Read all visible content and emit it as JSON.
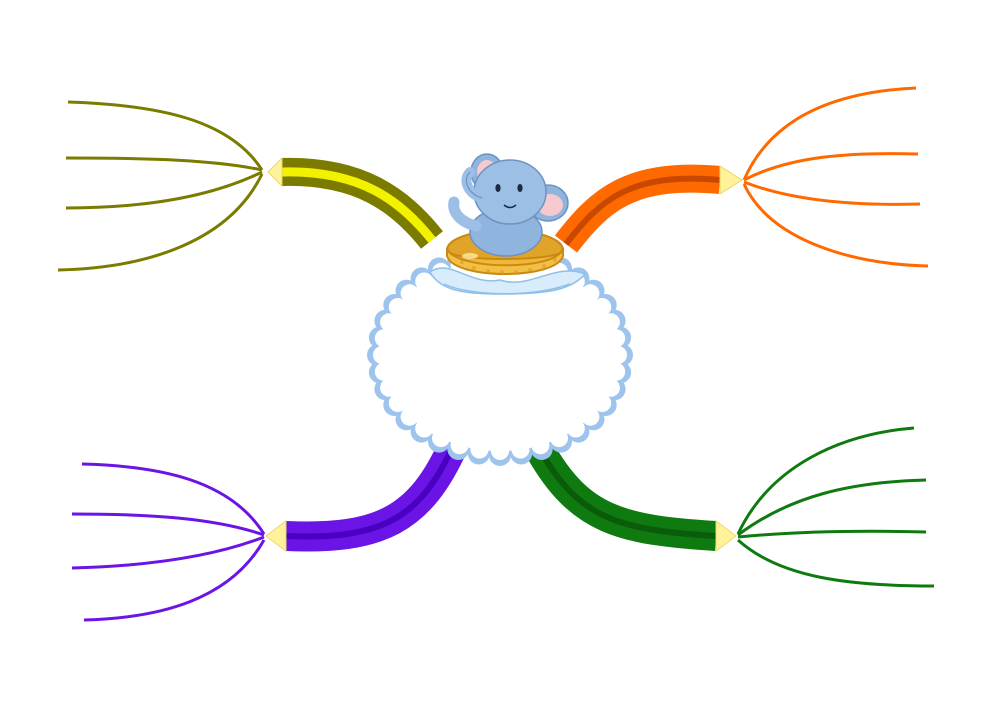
{
  "diagram": {
    "type": "mind-map",
    "central_node": {
      "text": "",
      "decoration": "elephant-in-swim-ring-icon",
      "frame_color": "#9ec4ee"
    },
    "branches": [
      {
        "id": "top-left",
        "color": "#7b7b00",
        "accent": "#f2f200",
        "tip_color": "#fff29a",
        "leaf_count": 4
      },
      {
        "id": "top-right",
        "color": "#ff6a00",
        "accent": "#c94800",
        "tip_color": "#fff29a",
        "leaf_count": 4
      },
      {
        "id": "bottom-left",
        "color": "#6a14e6",
        "accent": "#4a00c0",
        "tip_color": "#fff29a",
        "leaf_count": 4
      },
      {
        "id": "bottom-right",
        "color": "#0f7a0f",
        "accent": "#0a5c0a",
        "tip_color": "#fff29a",
        "leaf_count": 4
      }
    ]
  }
}
